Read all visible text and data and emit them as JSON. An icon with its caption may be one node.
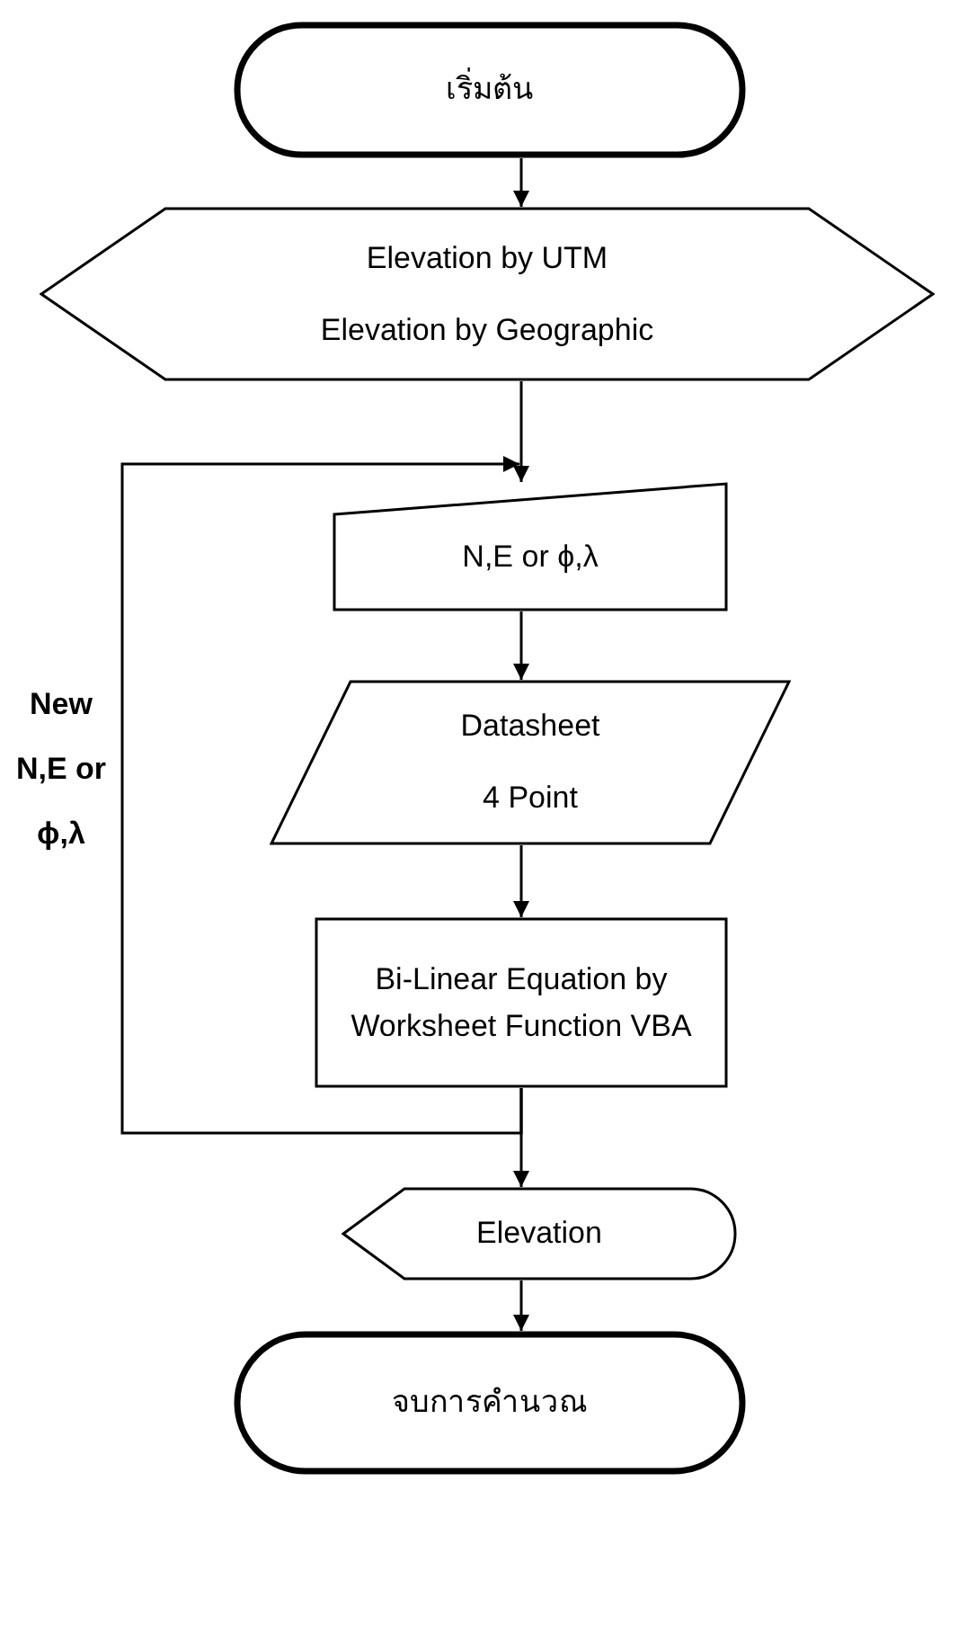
{
  "diagram": {
    "nodes": [
      {
        "text": [
          "เริ่มต้น"
        ]
      },
      {
        "text": [
          "Elevation by UTM",
          "Elevation by Geographic"
        ]
      },
      {
        "text": [
          "N,E or ϕ,λ"
        ]
      },
      {
        "text": [
          "Datasheet",
          "4 Point"
        ]
      },
      {
        "text": [
          "Bi-Linear Equation by Worksheet Function VBA"
        ]
      },
      {
        "text": [
          "Elevation"
        ]
      },
      {
        "text": [
          "จบการคำนวณ"
        ]
      }
    ],
    "edges": [
      {
        "from": 0,
        "to": 1,
        "arrow": "to"
      },
      {
        "from": 1,
        "to": 2,
        "arrow": "to"
      },
      {
        "from": 2,
        "to": 3,
        "arrow": "to"
      },
      {
        "from": 3,
        "to": 4,
        "arrow": "to"
      },
      {
        "from": 4,
        "to": 5,
        "arrow": "to"
      },
      {
        "from": 5,
        "to": 6,
        "arrow": "to"
      },
      {
        "from": 4,
        "to": 2,
        "arrow": "to",
        "label": "New N,E or ϕ,λ"
      }
    ]
  }
}
